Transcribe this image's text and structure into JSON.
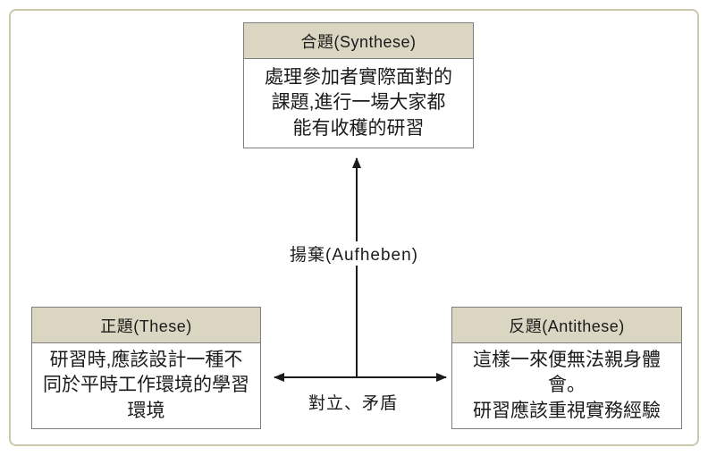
{
  "boxes": {
    "synthese": {
      "header": "合題(Synthese)",
      "body_lines": [
        "處理參加者實際面對的",
        "課題,進行一場大家都",
        "能有收穫的研習"
      ]
    },
    "these": {
      "header": "正題(These)",
      "body_lines": [
        "研習時,應該設計一種不",
        "同於平時工作環境的學習",
        "環境"
      ]
    },
    "antithese": {
      "header": "反題(Antithese)",
      "body_lines": [
        "這樣一來便無法親身體會。",
        "研習應該重視實務經驗"
      ]
    }
  },
  "labels": {
    "aufheben": "揚棄(Aufheben)",
    "opposition": "對立、矛盾"
  },
  "colors": {
    "header_fill": "#dbd6c2",
    "box_border": "#7f7f7f",
    "outer_border": "#ccc9aa",
    "arrow": "#1b1b1b",
    "text": "#1b1b1b",
    "background": "#ffffff"
  }
}
